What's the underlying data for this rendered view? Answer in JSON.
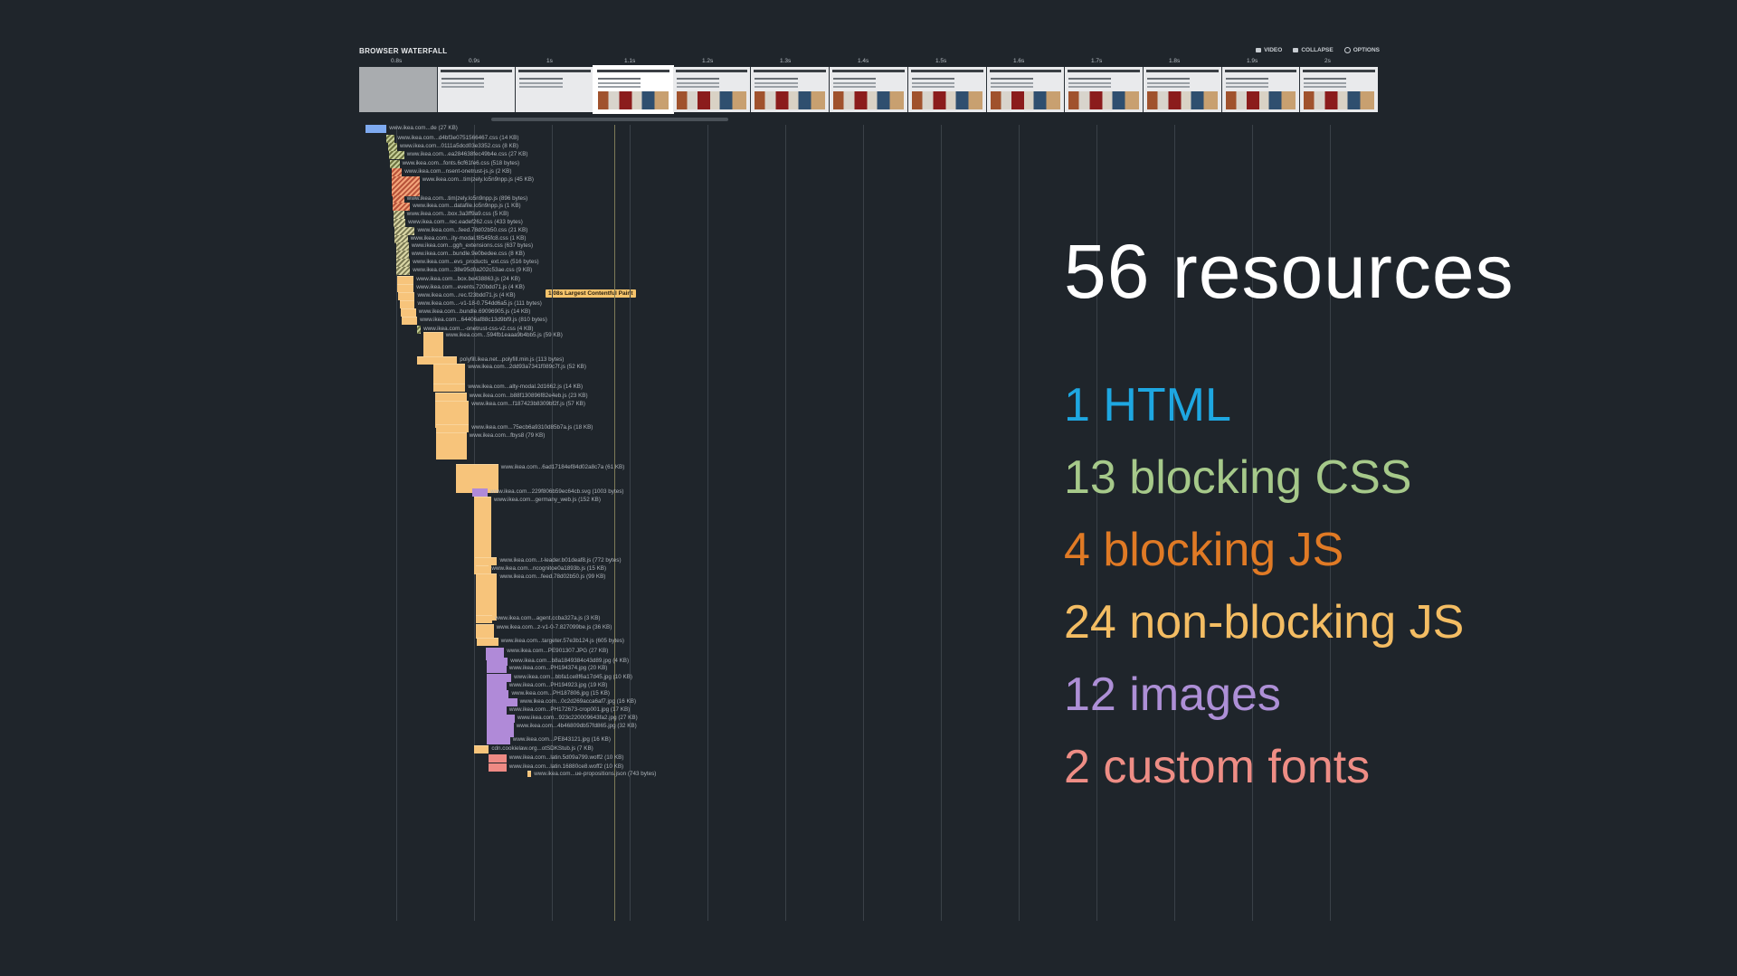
{
  "waterfall": {
    "title": "BROWSER WATERFALL",
    "controls": [
      {
        "label": "VIDEO",
        "icon": "video-icon"
      },
      {
        "label": "COLLAPSE",
        "icon": "collapse-icon"
      },
      {
        "label": "OPTIONS",
        "icon": "options-icon"
      }
    ],
    "ticks": [
      "0.8s",
      "0.9s",
      "1s",
      "1.1s",
      "1.2s",
      "1.3s",
      "1.4s",
      "1.5s",
      "1.6s",
      "1.7s",
      "1.8s",
      "1.9s",
      "2s"
    ],
    "lcp_label": "1.08s Largest Contentful Paint",
    "lcp_time_s": 1.08,
    "requests": [
      {
        "label": "www.ikea.com...de (27 KB)",
        "type": "html",
        "start": 0.003,
        "dur": 0.018
      },
      {
        "label": "www.ikea.com...d4bf3e0751566467.css (14 KB)",
        "type": "css",
        "start": 0.021,
        "dur": 0.007
      },
      {
        "label": "www.ikea.com...0111a5dcd03e3352.css (8 KB)",
        "type": "css",
        "start": 0.022,
        "dur": 0.008
      },
      {
        "label": "www.ikea.com...ea284638fec49b4e.css (27 KB)",
        "type": "css",
        "start": 0.023,
        "dur": 0.013
      },
      {
        "label": "www.ikea.com...fonts.6cf61fe6.css (518 bytes)",
        "type": "css",
        "start": 0.024,
        "dur": 0.008
      },
      {
        "label": "www.ikea.com...nsent-onetrust-js.js (2 KB)",
        "type": "blockjs",
        "start": 0.025,
        "dur": 0.009
      },
      {
        "label": "www.ikea.com...tim|zely.lo5n9npp.js (45 KB)",
        "type": "blockjs",
        "start": 0.025,
        "dur": 0.024
      },
      {
        "label": "www.ikea.com...tim|zely.lo5n9npp.js (896 bytes)",
        "type": "blockjs",
        "start": 0.026,
        "dur": 0.01
      },
      {
        "label": "www.ikea.com...datafile.lo5n9npp.js (1 KB)",
        "type": "blockjs",
        "start": 0.026,
        "dur": 0.015
      },
      {
        "label": "www.ikea.com...box.3a3ff9a9.css (5 KB)",
        "type": "cssb",
        "start": 0.027,
        "dur": 0.009
      },
      {
        "label": "www.ikea.com...rec.eadef262.css (433 bytes)",
        "type": "cssb",
        "start": 0.027,
        "dur": 0.01
      },
      {
        "label": "www.ikea.com...feed.78d02b50.css (21 KB)",
        "type": "cssb",
        "start": 0.028,
        "dur": 0.017
      },
      {
        "label": "www.ikea.com...ity-modal.f8545fc8.css (1 KB)",
        "type": "cssb",
        "start": 0.028,
        "dur": 0.011
      },
      {
        "label": "www.ikea.com...ggh_extensions.css (637 bytes)",
        "type": "cssb",
        "start": 0.029,
        "dur": 0.011
      },
      {
        "label": "www.ikea.com...bundle.9e0bedee.css (8 KB)",
        "type": "cssb",
        "start": 0.029,
        "dur": 0.011
      },
      {
        "label": "www.ikea.com...evs_products_ext.css (516 bytes)",
        "type": "cssb",
        "start": 0.029,
        "dur": 0.012
      },
      {
        "label": "www.ikea.com...38e95d0a202c53ae.css (9 KB)",
        "type": "cssb",
        "start": 0.029,
        "dur": 0.012
      },
      {
        "label": "www.ikea.com...box.be438863.js (24 KB)",
        "type": "js",
        "start": 0.03,
        "dur": 0.014
      },
      {
        "label": "www.ikea.com...events.720bdd71.js (4 KB)",
        "type": "js",
        "start": 0.03,
        "dur": 0.014
      },
      {
        "label": "www.ikea.com...rec.f23bdd71.js (4 KB)",
        "type": "js",
        "start": 0.031,
        "dur": 0.014
      },
      {
        "label": "www.ikea.com...-v1-18-0.754dd6a5.js (111 bytes)",
        "type": "js",
        "start": 0.032,
        "dur": 0.013
      },
      {
        "label": "www.ikea.com...bundle.69096905.js (14 KB)",
        "type": "js",
        "start": 0.033,
        "dur": 0.013
      },
      {
        "label": "www.ikea.com...64406af88c13d9bf9.js (810 bytes)",
        "type": "js",
        "start": 0.034,
        "dur": 0.013
      },
      {
        "label": "www.ikea.com...-onetrust-css-v2.css (4 KB)",
        "type": "css",
        "start": 0.047,
        "dur": 0.003
      },
      {
        "label": "www.ikea.com...594fb1eaaa9b4bb5.js (59 KB)",
        "type": "js",
        "start": 0.052,
        "dur": 0.017
      },
      {
        "label": "polyfill.ikea.net...polyfill.min.js (113 bytes)",
        "type": "js",
        "start": 0.047,
        "dur": 0.034
      },
      {
        "label": "www.ikea.com...2dd93a7341f089c7f.js (52 KB)",
        "type": "js",
        "start": 0.061,
        "dur": 0.027
      },
      {
        "label": "www.ikea.com...alty-modal.2d1662.js (14 KB)",
        "type": "js",
        "start": 0.061,
        "dur": 0.027
      },
      {
        "label": "www.ikea.com...b88f130896f82e4eb.js (23 KB)",
        "type": "js",
        "start": 0.062,
        "dur": 0.027
      },
      {
        "label": "www.ikea.com...f187423b8309bf2f.js (57 KB)",
        "type": "js",
        "start": 0.062,
        "dur": 0.029
      },
      {
        "label": "www.ikea.com...75ecb6a9310d85b7a.js (18 KB)",
        "type": "js",
        "start": 0.063,
        "dur": 0.028
      },
      {
        "label": "www.ikea.com...fbys8 (79 KB)",
        "type": "js",
        "start": 0.063,
        "dur": 0.026
      },
      {
        "label": "www.ikea.com...6ad17184ef84d02a8c7a (61 KB)",
        "type": "js",
        "start": 0.08,
        "dur": 0.036
      },
      {
        "label": "www.ikea.com...229f806b59ec64cb.svg (1003 bytes)",
        "type": "img",
        "start": 0.094,
        "dur": 0.013
      },
      {
        "label": "www.ikea.com...germany_web.js (152 KB)",
        "type": "js",
        "start": 0.095,
        "dur": 0.015
      },
      {
        "label": "www.ikea.com...t-leader.b01deaf8.js (772 bytes)",
        "type": "js",
        "start": 0.096,
        "dur": 0.019
      },
      {
        "label": "www.ikea.com...ncognitoe0a1893b.js (15 KB)",
        "type": "js",
        "start": 0.097,
        "dur": 0.011
      },
      {
        "label": "www.ikea.com...feed.78d02b50.js (99 KB)",
        "type": "js",
        "start": 0.097,
        "dur": 0.018
      },
      {
        "label": "www.ikea.com...agent.ccba327a.js (3 KB)",
        "type": "js",
        "start": 0.097,
        "dur": 0.014
      },
      {
        "label": "www.ikea.com...z-v1-0-7.827099be.js (36 KB)",
        "type": "js",
        "start": 0.097,
        "dur": 0.015
      },
      {
        "label": "www.ikea.com...targeter.57e3b124.js (605 bytes)",
        "type": "js",
        "start": 0.098,
        "dur": 0.018
      },
      {
        "label": "www.ikea.com...PE901307.JPG (27 KB)",
        "type": "img",
        "start": 0.105,
        "dur": 0.016
      },
      {
        "label": "www.ikea.com...b8a1849384c43d89.jpg (4 KB)",
        "type": "img",
        "start": 0.106,
        "dur": 0.018
      },
      {
        "label": "www.ikea.com...PH194374.jpg (20 KB)",
        "type": "img",
        "start": 0.106,
        "dur": 0.017
      },
      {
        "label": "www.ikea.com...bbfa1ce8f6a17d45.jpg (10 KB)",
        "type": "img",
        "start": 0.106,
        "dur": 0.021
      },
      {
        "label": "www.ikea.com...PH194923.jpg (19 KB)",
        "type": "img",
        "start": 0.106,
        "dur": 0.017
      },
      {
        "label": "www.ikea.com...PH187806.jpg (15 KB)",
        "type": "img",
        "start": 0.106,
        "dur": 0.019
      },
      {
        "label": "www.ikea.com...0c2d269acca6af7.jpg (16 KB)",
        "type": "img",
        "start": 0.106,
        "dur": 0.026
      },
      {
        "label": "www.ikea.com...PH172673-crop001.jpg (17 KB)",
        "type": "img",
        "start": 0.106,
        "dur": 0.017
      },
      {
        "label": "www.ikea.com...923c220009643fa2.jpg (27 KB)",
        "type": "img",
        "start": 0.106,
        "dur": 0.024
      },
      {
        "label": "www.ikea.com...4b46809db57fd865.jpg (32 KB)",
        "type": "img",
        "start": 0.106,
        "dur": 0.023
      },
      {
        "label": "www.ikea.com...PE843121.jpg (16 KB)",
        "type": "img",
        "start": 0.106,
        "dur": 0.02
      },
      {
        "label": "cdn.cookielaw.org...otSDKStub.js (7 KB)",
        "type": "js",
        "start": 0.095,
        "dur": 0.013
      },
      {
        "label": "www.ikea.com...latin.5d09a799.woff2 (10 KB)",
        "type": "font",
        "start": 0.108,
        "dur": 0.015
      },
      {
        "label": "www.ikea.com...latin.16880ce8.woff2 (10 KB)",
        "type": "font",
        "start": 0.108,
        "dur": 0.015
      },
      {
        "label": "www.ikea.com...ue-propositions.json (743 bytes)",
        "type": "js",
        "start": 0.141,
        "dur": 0.003
      }
    ]
  },
  "summary": {
    "total": "56 resources",
    "lines": [
      {
        "text": "1 HTML",
        "color": "#1ea7e1"
      },
      {
        "text": "13 blocking CSS",
        "color": "#a6c98a"
      },
      {
        "text": "4 blocking JS",
        "color": "#e07a25"
      },
      {
        "text": "24 non-blocking JS",
        "color": "#f4bd63"
      },
      {
        "text": "12 images",
        "color": "#ad8fd6"
      },
      {
        "text": "2 custom fonts",
        "color": "#ee8d85"
      }
    ]
  }
}
